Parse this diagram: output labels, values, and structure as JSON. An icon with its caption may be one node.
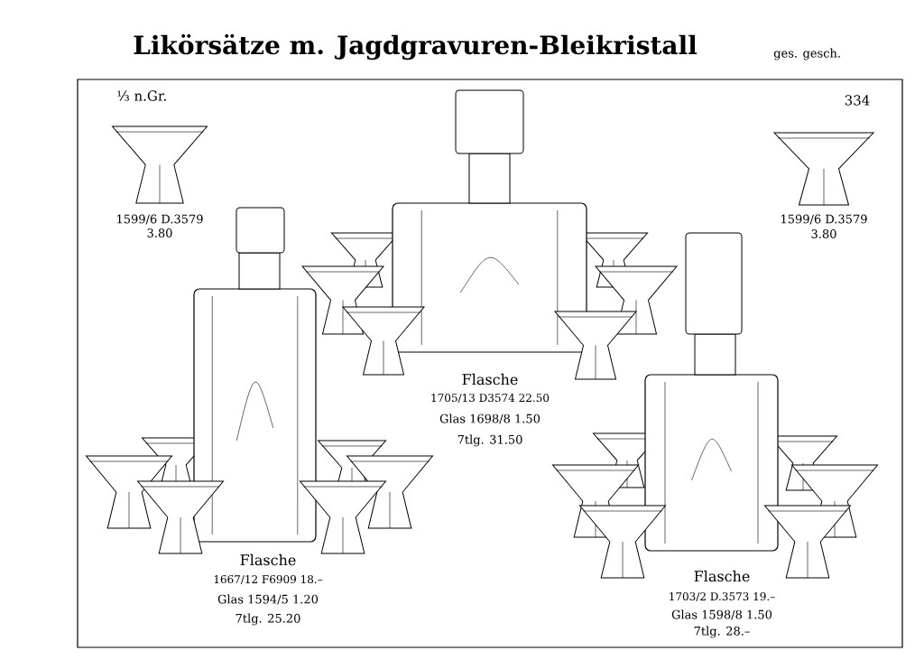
{
  "diagram": {
    "title": "Likörsätze m. Jagdgravuren-Bleikristall",
    "labels": [
      "ges. gesch.",
      "⅓ n.Gr.",
      "334",
      "1599/6 D.3579",
      "3.80",
      "1599/6 D.3579",
      "3.80",
      "Flasche",
      "1705/13 D3574 22.50",
      "Glas 1698/8 1.50",
      "7tlg. 31.50",
      "Flasche",
      "1667/12 F6909 18.–",
      "Glas 1594/5 1.20",
      "7tlg. 25.20",
      "Flasche",
      "1703/2 D.3573 19.–",
      "Glas 1598/8 1.50",
      "7tlg. 28.–"
    ]
  }
}
